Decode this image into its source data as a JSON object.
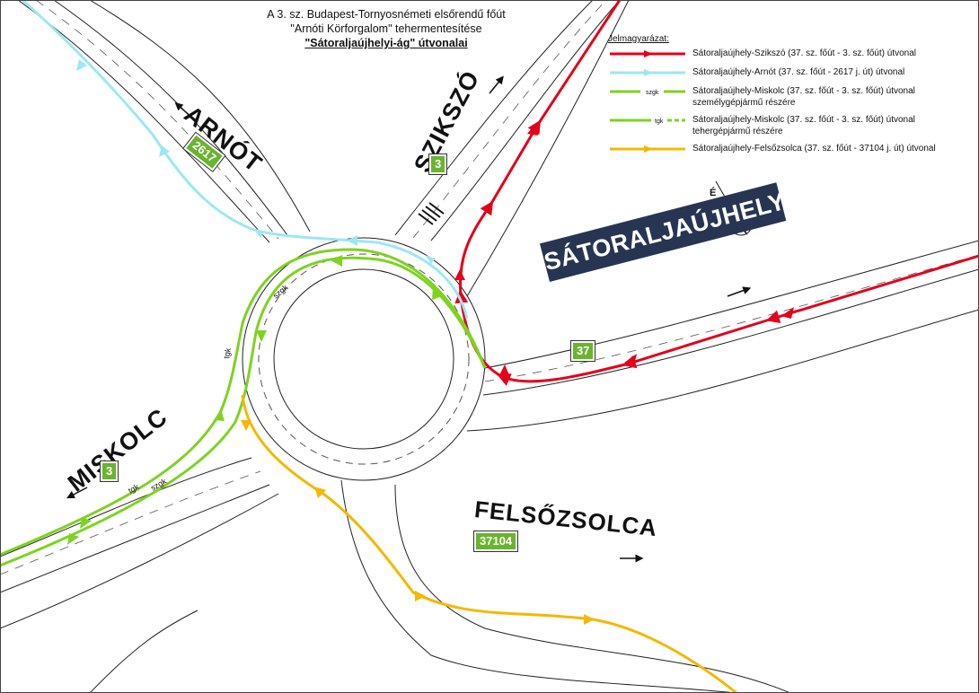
{
  "title": {
    "line1": "A 3. sz. Budapest-Tornyosnémeti elsőrendű főút",
    "line2": "\"Arnóti Körforgalom\" tehermentesítése",
    "line3": "\"Sátoraljaújhelyi-ág\" útvonalai"
  },
  "legend": {
    "title": "Jelmagyarázat:",
    "items": [
      {
        "label": "Sátoraljaújhely-Szikszó (37. sz. főút - 3. sz. főút) útvonal",
        "color": "#e3001b"
      },
      {
        "label": "Sátoraljaújhely-Arnót (37. sz. főút  - 2617 j. út) útvonal",
        "color": "#9de7f2"
      },
      {
        "label": "Sátoraljaújhely-Miskolc (37. sz. főút - 3. sz. főút) útvonal személygépjármű részére",
        "color": "#7ed321",
        "tag": "szgk"
      },
      {
        "label": "Sátoraljaújhely-Miskolc (37. sz. főút - 3. sz. főút) útvonal tehergépjármű részére",
        "color": "#7ed321",
        "tag": "tgk"
      },
      {
        "label": "Sátoraljaújhely-Felsőzsolca (37. sz. főút  - 37104 j. út) útvonal",
        "color": "#f5b800"
      }
    ]
  },
  "places": {
    "arnot": {
      "name": "ARNÓT",
      "road": "2617"
    },
    "szikszo": {
      "name": "SZIKSZÓ",
      "road": "3"
    },
    "satoraljaujhely": {
      "name": "SÁTORALJAÚJHELY",
      "road": "37"
    },
    "miskolc": {
      "name": "MISKOLC",
      "road": "3"
    },
    "felsozsolca": {
      "name": "FELSŐZSOLCA",
      "road": "37104"
    }
  },
  "lane_labels": {
    "tgk": "tgk",
    "szgk": "szgk"
  },
  "icons": [
    "north-arrow-icon",
    "direction-arrow-icon",
    "road-shield-icon"
  ],
  "colors": {
    "red": "#e3001b",
    "cyan": "#9de7f2",
    "green": "#7ed321",
    "orange": "#f5b800",
    "shield": "#6ab42e",
    "banner": "#283552"
  }
}
